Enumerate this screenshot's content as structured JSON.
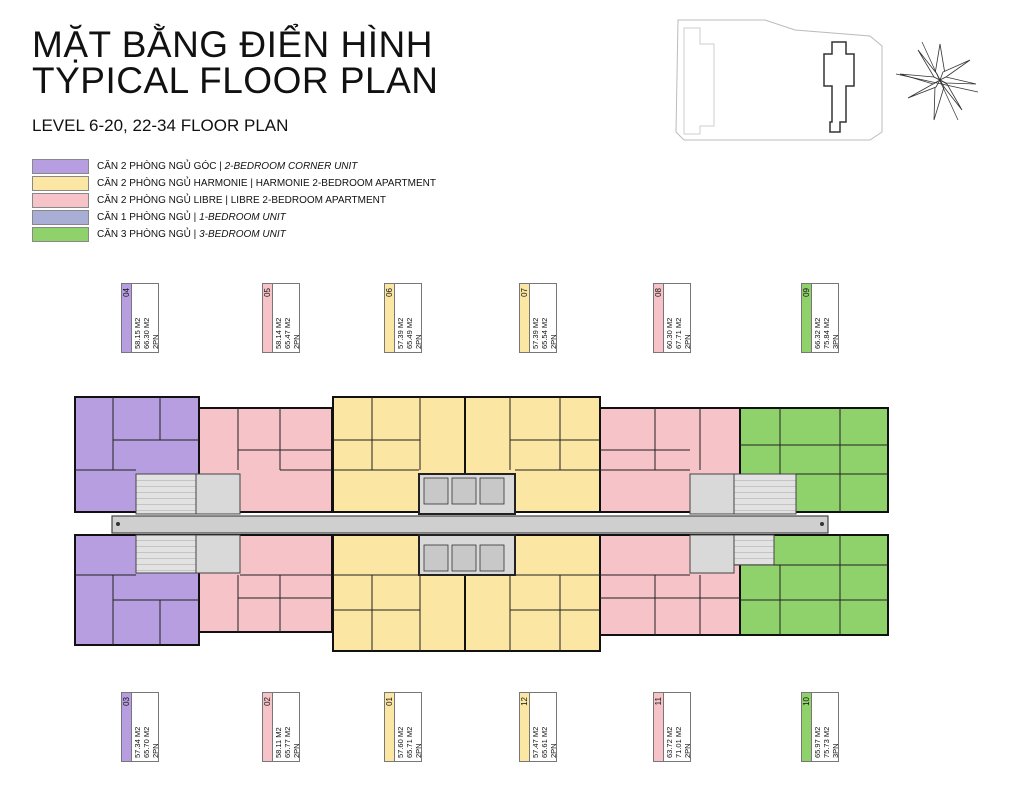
{
  "title": {
    "vi": "MẶT BẰNG ĐIỂN HÌNH",
    "en": "TYPICAL FLOOR PLAN",
    "levels": "LEVEL 6-20, 22-34 FLOOR PLAN"
  },
  "colors": {
    "purple": "#b79ee0",
    "yellow": "#fbe6a3",
    "pink": "#f5c3c8",
    "blue": "#a9aed6",
    "green": "#8fd16a",
    "corridor": "#cfcfcf",
    "core": "#d9d9d9"
  },
  "legend": [
    {
      "vi": "CĂN 2 PHÒNG NGỦ GÓC",
      "en": "2-BEDROOM CORNER UNIT",
      "en_italic": true,
      "color": "#b79ee0"
    },
    {
      "vi": "CĂN 2 PHÒNG NGỦ HARMONIE",
      "en": "HARMONIE 2-BEDROOM APARTMENT",
      "en_italic": false,
      "color": "#fbe6a3"
    },
    {
      "vi": "CĂN 2 PHÒNG NGỦ LIBRE",
      "en": "LIBRE 2-BEDROOM APARTMENT",
      "en_italic": false,
      "color": "#f5c3c8"
    },
    {
      "vi": "CĂN 1 PHÒNG NGỦ",
      "en": "1-BEDROOM UNIT",
      "en_italic": true,
      "color": "#a9aed6"
    },
    {
      "vi": "CĂN 3 PHÒNG NGỦ",
      "en": "3-BEDROOM UNIT",
      "en_italic": true,
      "color": "#8fd16a"
    }
  ],
  "units_top": [
    {
      "no": "04",
      "type": "2PN",
      "a1": "66.30 M2",
      "a2": "58.15 M2",
      "color": "#b79ee0"
    },
    {
      "no": "05",
      "type": "2PN",
      "a1": "65.47 M2",
      "a2": "58.14 M2",
      "color": "#f5c3c8"
    },
    {
      "no": "06",
      "type": "2PN",
      "a1": "65.49 M2",
      "a2": "57.39 M2",
      "color": "#fbe6a3"
    },
    {
      "no": "07",
      "type": "2PN",
      "a1": "65.54 M2",
      "a2": "57.39 M2",
      "color": "#fbe6a3"
    },
    {
      "no": "08",
      "type": "2PN",
      "a1": "67.71 M2",
      "a2": "60.30 M2",
      "color": "#f5c3c8"
    },
    {
      "no": "09",
      "type": "3PN",
      "a1": "75.84 M2",
      "a2": "66.32 M2",
      "color": "#8fd16a"
    }
  ],
  "units_bottom": [
    {
      "no": "03",
      "type": "2PN",
      "a1": "65.70 M2",
      "a2": "57.34 M2",
      "color": "#b79ee0"
    },
    {
      "no": "02",
      "type": "2PN",
      "a1": "65.77 M2",
      "a2": "58.11 M2",
      "color": "#f5c3c8"
    },
    {
      "no": "01",
      "type": "2PN",
      "a1": "65.71 M2",
      "a2": "57.60 M2",
      "color": "#fbe6a3"
    },
    {
      "no": "12",
      "type": "2PN",
      "a1": "65.61 M2",
      "a2": "57.47 M2",
      "color": "#fbe6a3"
    },
    {
      "no": "11",
      "type": "2PN",
      "a1": "71.01 M2",
      "a2": "63.72 M2",
      "color": "#f5c3c8"
    },
    {
      "no": "10",
      "type": "3PN",
      "a1": "75.73 M2",
      "a2": "65.97 M2",
      "color": "#8fd16a"
    }
  ]
}
